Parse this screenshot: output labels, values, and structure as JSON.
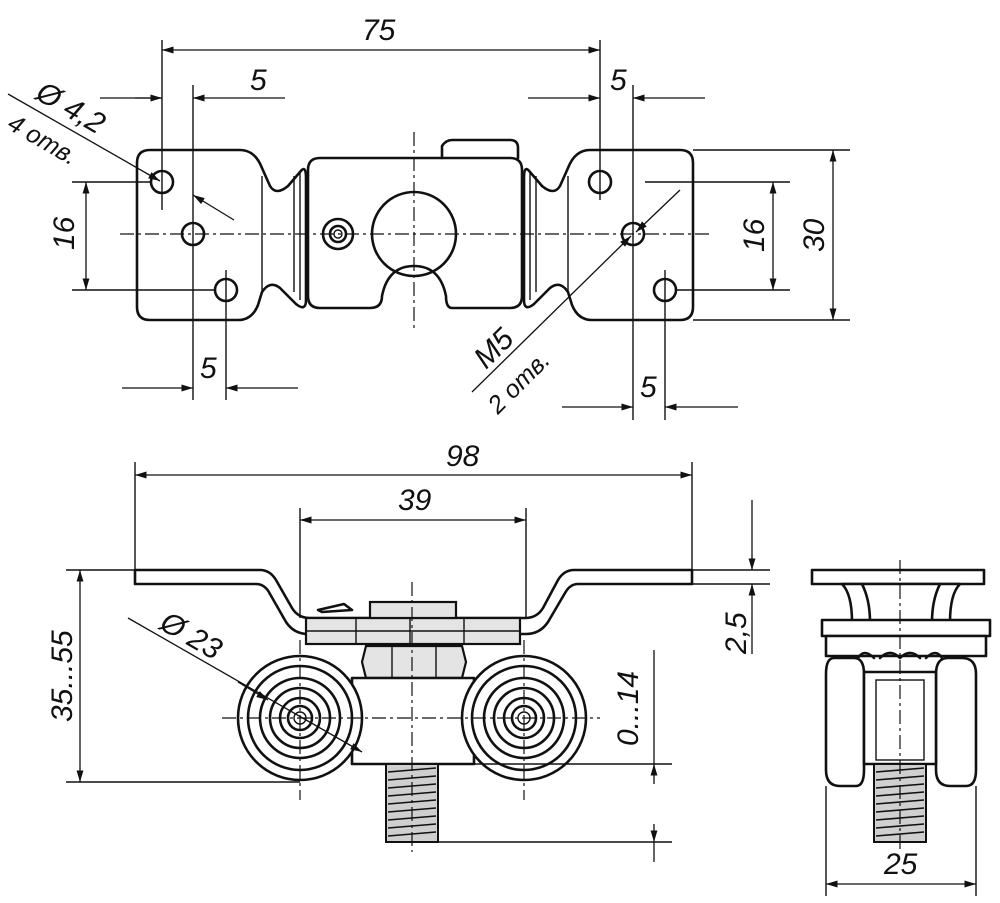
{
  "dimensions": {
    "top_overall_width": "75",
    "top_hole_offset_left": "5",
    "top_hole_offset_right": "5",
    "top_hole_offset_bottom_left": "5",
    "top_hole_offset_bottom_right": "5",
    "top_height_left": "16",
    "top_height_right": "16",
    "top_total_height": "30",
    "hole_diameter": "Ø 4,2",
    "hole_count": "4 отв.",
    "thread_size": "M5",
    "thread_count": "2 отв.",
    "front_overall_width": "98",
    "front_inner_width": "39",
    "front_height_range": "35...55",
    "wheel_diameter": "Ø 23",
    "plate_thickness": "2,5",
    "adjust_range": "0...14",
    "side_width": "25"
  }
}
